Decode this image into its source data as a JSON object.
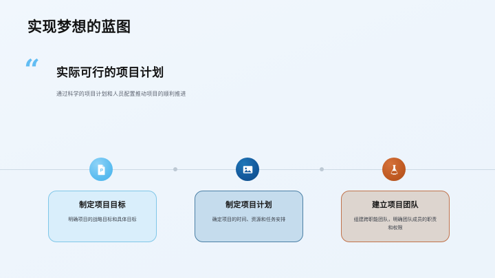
{
  "slide": {
    "title": "实现梦想的蓝图",
    "background_color": "#eff6fc"
  },
  "quote": {
    "mark": "“",
    "mark_color": "#62bdf3",
    "heading": "实际可行的项目计划",
    "subtitle": "通过科学的项目计划和人员配置推动项目的顺利推进"
  },
  "timeline": {
    "line_color": "#ccd9e4",
    "dot_color": "#bdc9d4",
    "nodes": [
      {
        "icon": "document-file-icon",
        "circle_color": "#5cbdf0"
      },
      {
        "icon": "image-picture-icon",
        "circle_color": "#13589b"
      },
      {
        "icon": "flask-beaker-icon",
        "circle_color": "#c05a22"
      }
    ]
  },
  "cards": [
    {
      "title": "制定项目目标",
      "body": "明确项目的战略目标和具体目标",
      "fill_color": "#d9eefb",
      "border_color": "#7fc6e8"
    },
    {
      "title": "制定项目计划",
      "body": "确定项目的时间、资源和任务安排",
      "fill_color": "#c5dced",
      "border_color": "#4a7fa5"
    },
    {
      "title": "建立项目团队",
      "body": "组建跨职能团队，明确团队成员的职责和权限",
      "fill_color": "#ddd5cf",
      "border_color": "#c0724a"
    }
  ]
}
